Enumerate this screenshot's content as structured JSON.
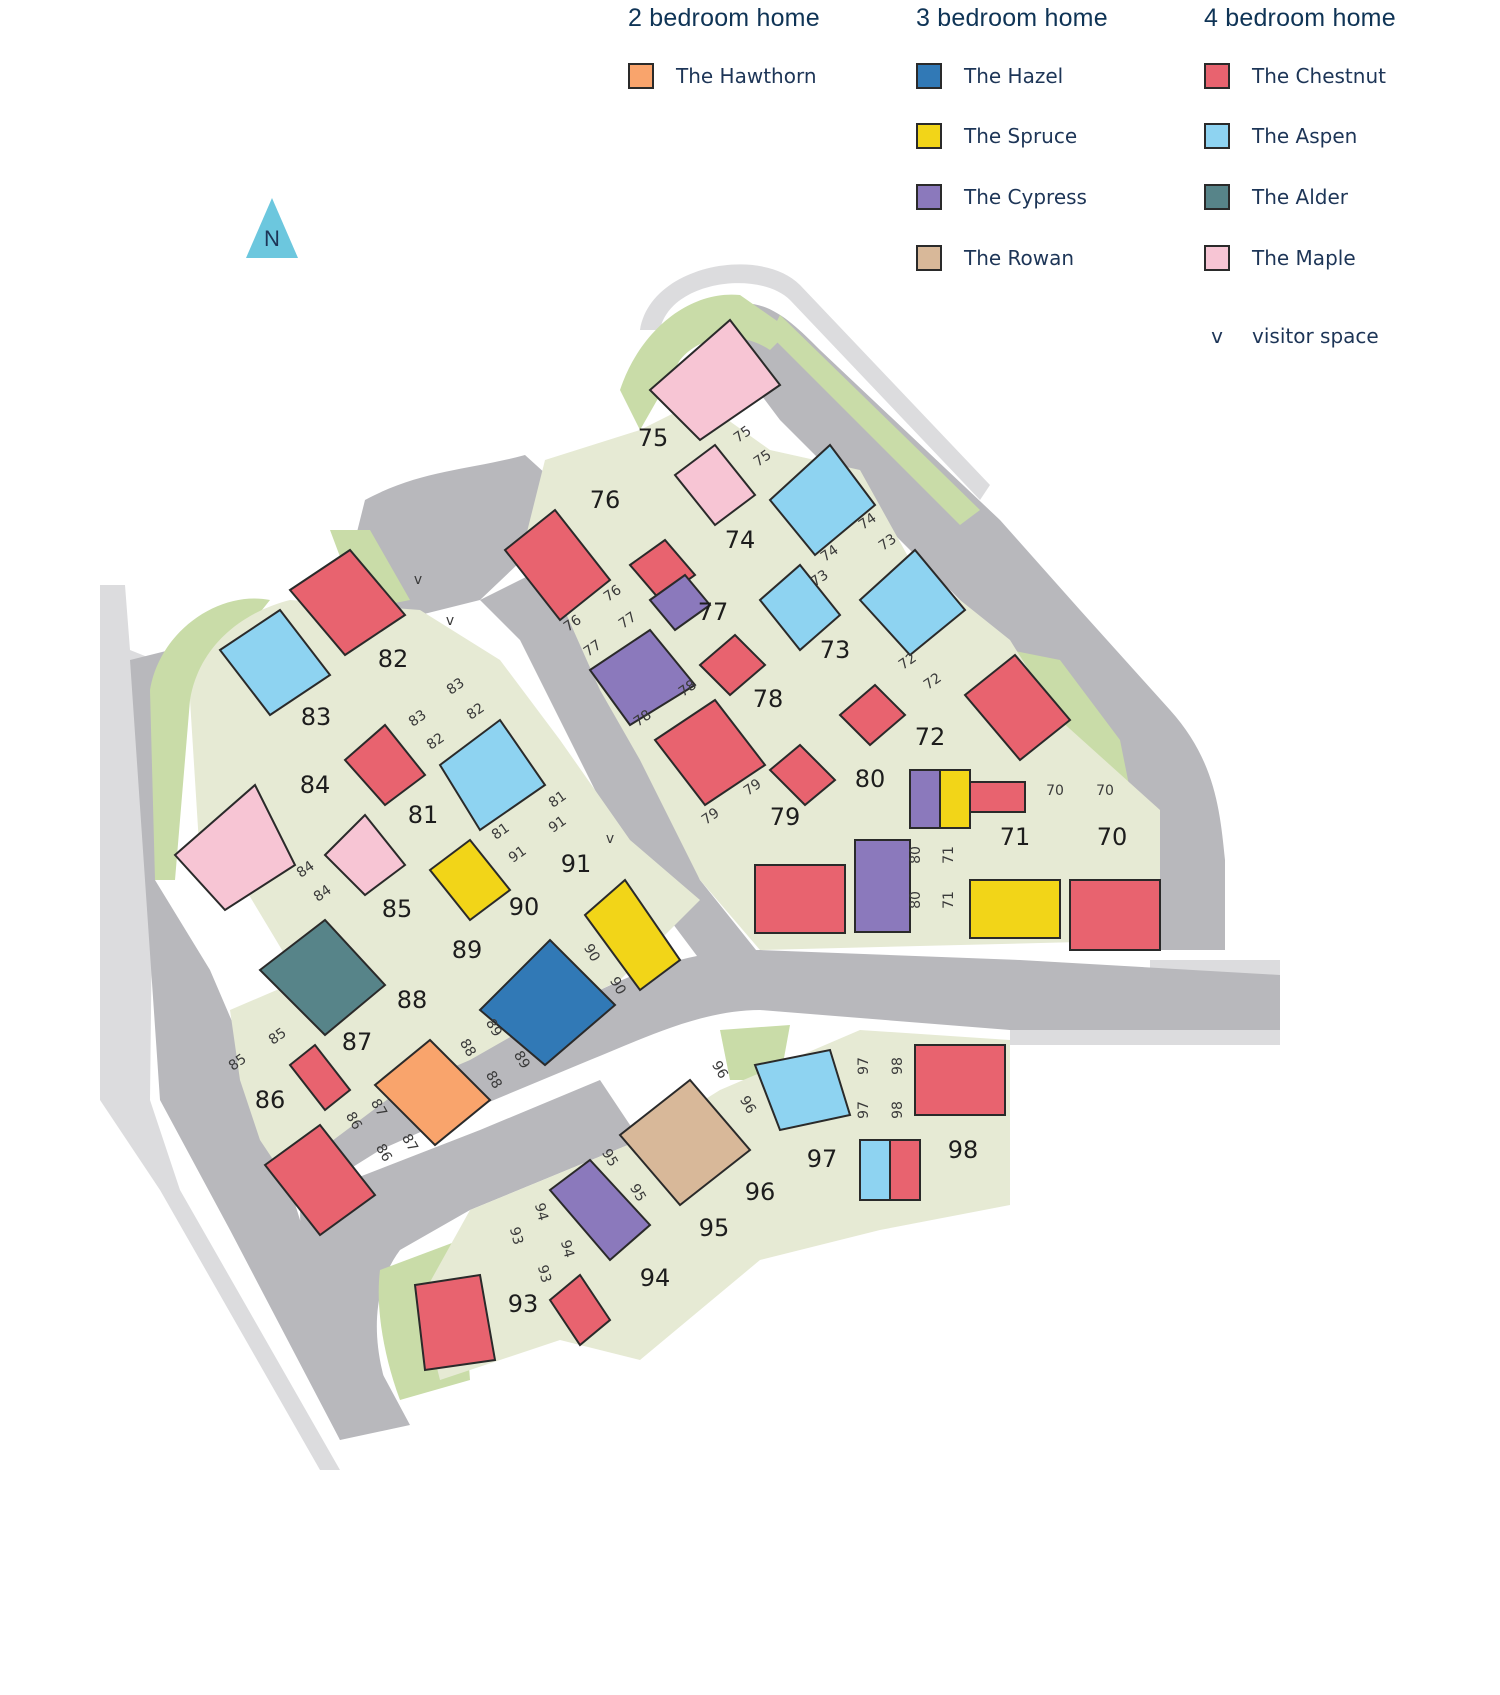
{
  "legend": {
    "groups": [
      {
        "heading": "2 bedroom home",
        "items": [
          {
            "label": "The Hawthorn",
            "color": "#f9a46c"
          }
        ]
      },
      {
        "heading": "3 bedroom home",
        "items": [
          {
            "label": "The Hazel",
            "color": "#3179b6"
          },
          {
            "label": "The Spruce",
            "color": "#f2d518"
          },
          {
            "label": "The Cypress",
            "color": "#8b79bc"
          },
          {
            "label": "The Rowan",
            "color": "#d8b899"
          }
        ]
      },
      {
        "heading": "4 bedroom home",
        "items": [
          {
            "label": "The Chestnut",
            "color": "#e8636f"
          },
          {
            "label": "The Aspen",
            "color": "#8ed3f1"
          },
          {
            "label": "The Alder",
            "color": "#578489"
          },
          {
            "label": "The Maple",
            "color": "#f7c5d4"
          }
        ]
      }
    ],
    "visitor": {
      "symbol": "v",
      "label": "visitor space"
    }
  },
  "north": {
    "label": "N",
    "color": "#6cc7de"
  },
  "colors": {
    "road": "#b8b8bc",
    "footpath": "#dcdcde",
    "plot": "#e6ead4",
    "green": "#c9dca8",
    "outline": "#2a2a2a"
  },
  "plots": [
    {
      "number": "70",
      "house_type": "The Chestnut"
    },
    {
      "number": "71",
      "house_type": "The Spruce"
    },
    {
      "number": "72",
      "house_type": "The Chestnut"
    },
    {
      "number": "73",
      "house_type": "The Aspen"
    },
    {
      "number": "74",
      "house_type": "The Aspen"
    },
    {
      "number": "75",
      "house_type": "The Maple"
    },
    {
      "number": "76",
      "house_type": "The Chestnut"
    },
    {
      "number": "77",
      "house_type": "The Cypress"
    },
    {
      "number": "78",
      "house_type": "The Chestnut"
    },
    {
      "number": "79",
      "house_type": "The Chestnut"
    },
    {
      "number": "80",
      "house_type": "The Cypress"
    },
    {
      "number": "81",
      "house_type": "The Aspen"
    },
    {
      "number": "82",
      "house_type": "The Chestnut"
    },
    {
      "number": "83",
      "house_type": "The Aspen"
    },
    {
      "number": "84",
      "house_type": "The Maple"
    },
    {
      "number": "85",
      "house_type": "The Alder"
    },
    {
      "number": "86",
      "house_type": "The Chestnut"
    },
    {
      "number": "87",
      "house_type": "The Chestnut"
    },
    {
      "number": "88",
      "house_type": "The Hawthorn"
    },
    {
      "number": "89",
      "house_type": "The Hazel"
    },
    {
      "number": "90",
      "house_type": "The Hazel"
    },
    {
      "number": "91",
      "house_type": "The Spruce"
    },
    {
      "number": "93",
      "house_type": "The Chestnut"
    },
    {
      "number": "94",
      "house_type": "The Cypress"
    },
    {
      "number": "95",
      "house_type": "The Rowan"
    },
    {
      "number": "96",
      "house_type": "The Rowan"
    },
    {
      "number": "97",
      "house_type": "The Aspen"
    },
    {
      "number": "98",
      "house_type": "The Chestnut"
    }
  ],
  "parking_labels": [
    "70",
    "70",
    "71",
    "71",
    "72",
    "72",
    "73",
    "73",
    "74",
    "74",
    "75",
    "75",
    "76",
    "76",
    "77",
    "77",
    "78",
    "78",
    "79",
    "79",
    "80",
    "80",
    "81",
    "81",
    "82",
    "82",
    "83",
    "83",
    "84",
    "84",
    "85",
    "85",
    "86",
    "86",
    "87",
    "87",
    "88",
    "88",
    "89",
    "89",
    "90",
    "90",
    "91",
    "91",
    "93",
    "93",
    "94",
    "94",
    "95",
    "95",
    "96",
    "96",
    "97",
    "97",
    "98",
    "98"
  ],
  "visitor_marks": [
    "v",
    "v",
    "v"
  ]
}
